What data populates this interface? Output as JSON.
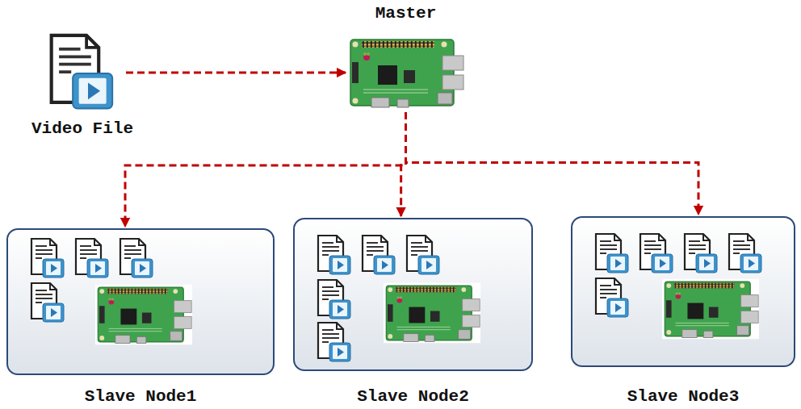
{
  "diagram": {
    "nodes": [
      {
        "text": [
          "Video File"
        ]
      },
      {
        "text": [
          "Master"
        ]
      },
      {
        "text": [
          "Slave Node1"
        ]
      },
      {
        "text": [
          "Slave Node2"
        ]
      },
      {
        "text": [
          "Slave Node3"
        ]
      }
    ],
    "edges": [
      {
        "from": 0,
        "to": 1,
        "arrow": "to"
      },
      {
        "from": 1,
        "to": 2,
        "arrow": "to"
      },
      {
        "from": 1,
        "to": 3,
        "arrow": "to"
      },
      {
        "from": 1,
        "to": 4,
        "arrow": "to"
      }
    ]
  }
}
